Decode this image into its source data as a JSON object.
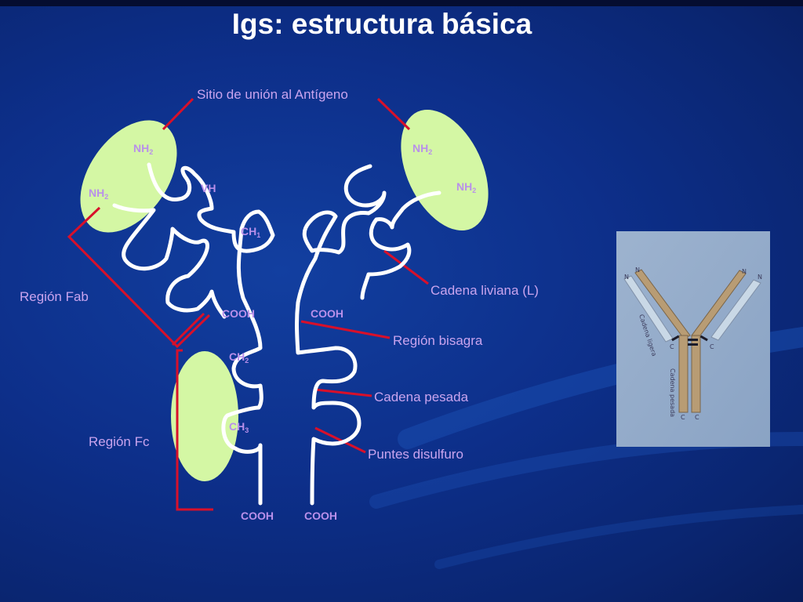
{
  "slide": {
    "title": "Igs: estructura básica"
  },
  "callouts": {
    "antigen_site": "Sitio de unión al Antígeno",
    "fab_region": "Región Fab",
    "fc_region": "Región Fc",
    "light_chain": "Cadena liviana (L)",
    "hinge_region": "Región bisagra",
    "heavy_chain": "Cadena pesada",
    "disulfide_bridges": "Puntes disulfuro"
  },
  "structure_labels": {
    "nh2_base": "NH",
    "nh2_sub": "2",
    "vh": "VH",
    "ch1_base": "CH",
    "ch1_sub": "1",
    "ch2_base": "CH",
    "ch2_sub": "2",
    "ch3_base": "CH",
    "ch3_sub": "3",
    "cooh": "COOH"
  },
  "photo_labels": {
    "light_chain": "Cadena ligera",
    "heavy_chain": "Cadena pesada",
    "n": "N",
    "c": "C"
  },
  "colors": {
    "background": "#0d2f8a",
    "title": "#ffffff",
    "callout_text": "#c9a4ee",
    "label_text": "#b990ea",
    "leader_lines": "#d8102a",
    "chains": "#ffffff",
    "highlight": "#d4f7a4"
  }
}
